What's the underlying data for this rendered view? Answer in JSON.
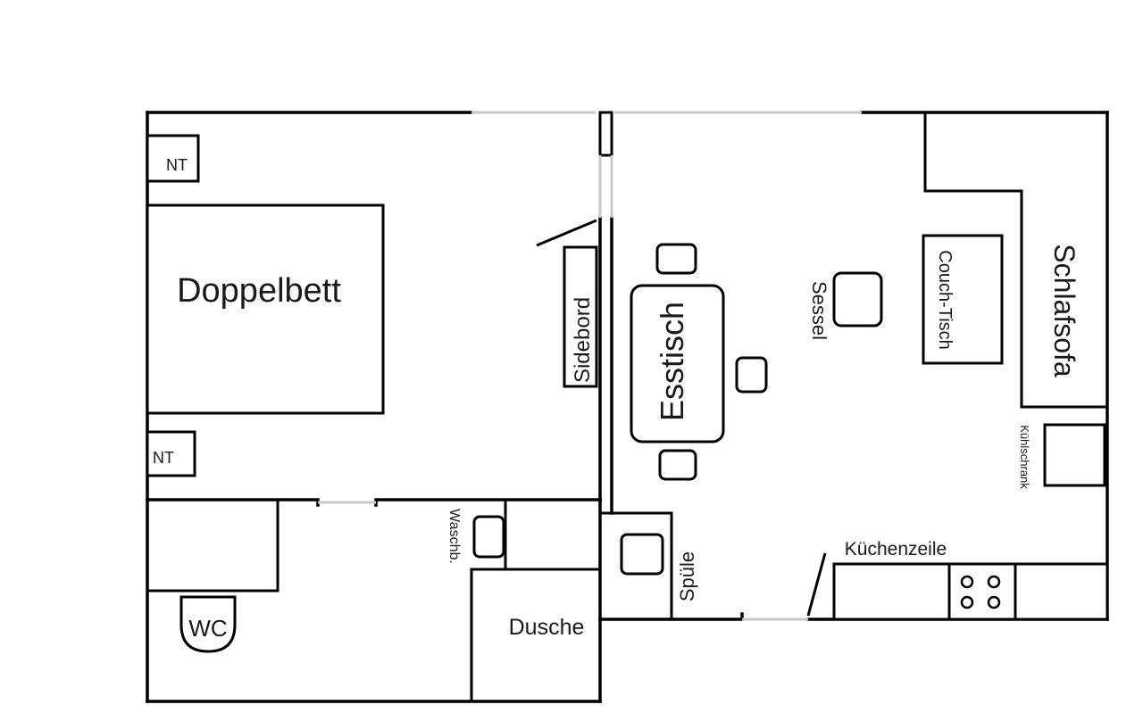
{
  "plan": {
    "labels": {
      "doppelbett": "Doppelbett",
      "nt_top": "NT",
      "nt_bottom": "NT",
      "sideboard": "Sidebord",
      "esstisch": "Esstisch",
      "sessel": "Sessel",
      "couch_tisch": "Couch-Tisch",
      "schlafsofa": "Schlafsofa",
      "kuehlschrank": "Kühlschrank",
      "kuechenzeile": "Küchenzeile",
      "spuele": "Spüle",
      "waschbecken": "Waschb.",
      "dusche": "Dusche",
      "wc": "WC"
    }
  }
}
